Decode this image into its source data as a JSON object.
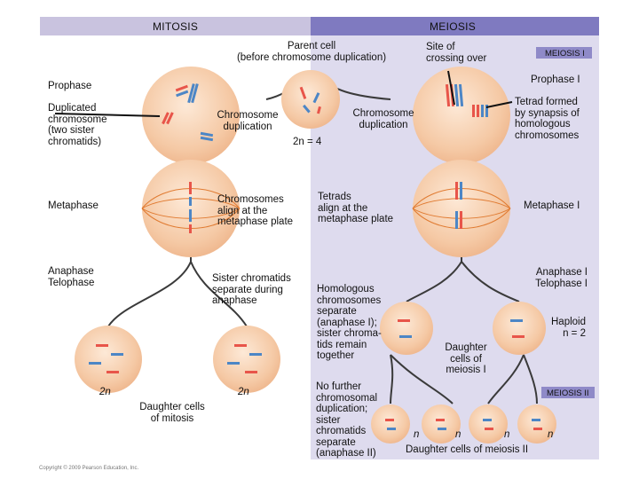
{
  "headers": {
    "mitosis": "MITOSIS",
    "meiosis": "MEIOSIS",
    "meiosis1": "MEIOSIS I",
    "meiosis2": "MEIOSIS II"
  },
  "labels": {
    "parent_cell": "Parent cell\n(before chromosome duplication)",
    "site_crossing": "Site of\ncrossing over",
    "prophase_i": "Prophase I",
    "prophase": "Prophase",
    "tetrad_formed": "Tetrad formed\nby synapsis of\nhomologous\nchromosomes",
    "duplicated_chromosome": "Duplicated\nchromosome\n(two sister\nchromatids)",
    "chrom_dup_left": "Chromosome\nduplication",
    "chrom_dup_right": "Chromosome\nduplication",
    "two_n_four": "2n = 4",
    "metaphase": "Metaphase",
    "chrom_align": "Chromosomes\nalign at the\nmetaphase plate",
    "tetrads_align": "Tetrads\nalign at the\nmetaphase plate",
    "metaphase_i": "Metaphase I",
    "anaphase_telophase": "Anaphase\nTelophase",
    "sister_separate": "Sister chromatids\nseparate during\nanaphase",
    "homologous_separate": "Homologous\nchromosomes\nseparate\n(anaphase I);\nsister chroma-\ntids remain\ntogether",
    "anaphase_telophase_i": "Anaphase I\nTelophase I",
    "haploid": "Haploid\nn = 2",
    "daughter_meiosis_i": "Daughter\ncells of\nmeiosis I",
    "two_n_left": "2n",
    "two_n_right": "2n",
    "daughter_mitosis": "Daughter cells\nof mitosis",
    "no_further": "No further\nchromosomal\nduplication;\nsister\nchromatids\nseparate\n(anaphase II)",
    "n1": "n",
    "n2": "n",
    "n3": "n",
    "n4": "n",
    "daughter_meiosis_ii": "Daughter cells of meiosis II",
    "copyright": "Copyright © 2009 Pearson Education, Inc."
  },
  "colors": {
    "mitosis_header": "#c9c3df",
    "meiosis_header": "#7f7ac0",
    "meiosis_panel": "#dedbee",
    "cell_fill": "#f2c7a6",
    "cell_edge": "#e6a77e",
    "chrom_red": "#e8554a",
    "chrom_blue": "#4c86c6",
    "spindle": "#e07a30",
    "arrow": "#3a3a3a"
  }
}
